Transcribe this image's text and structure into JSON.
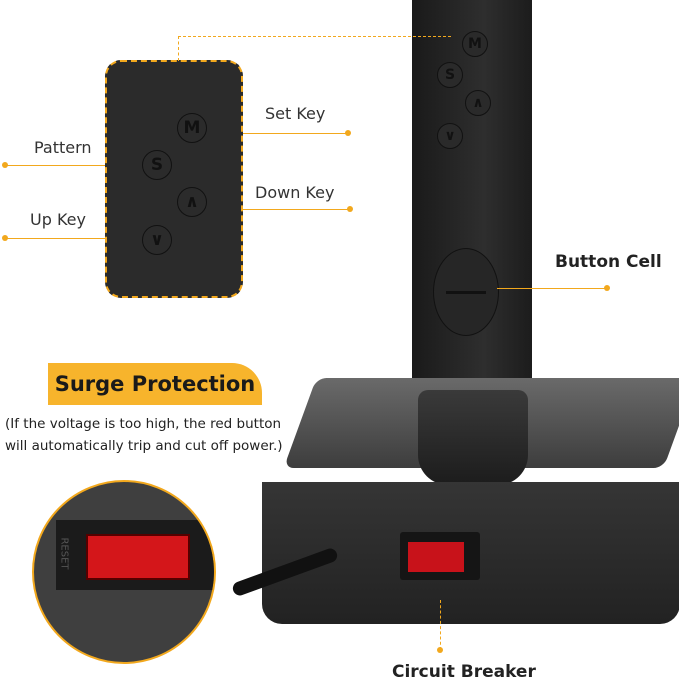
{
  "callouts": {
    "pattern": "Pattern",
    "set_key": "Set Key",
    "down_key": "Down Key",
    "up_key": "Up Key",
    "button_cell": "Button Cell",
    "circuit_breaker": "Circuit Breaker"
  },
  "keys": {
    "m": "M",
    "s": "S",
    "up": "∧",
    "down": "∨"
  },
  "surge": {
    "title": "Surge Protection",
    "line1": "(If the voltage is too high, the red button",
    "line2": "will automatically trip and cut off power.)"
  },
  "breaker": {
    "reset": "RESET"
  },
  "colors": {
    "accent": "#f2a81d",
    "device": "#2b2b2b",
    "breaker_red": "#d4161a"
  }
}
